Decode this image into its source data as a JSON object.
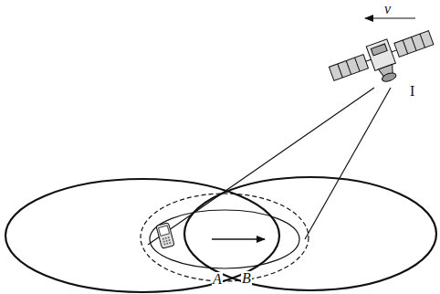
{
  "diagram": {
    "labels": [
      "v",
      "I",
      "A",
      "B"
    ]
  }
}
